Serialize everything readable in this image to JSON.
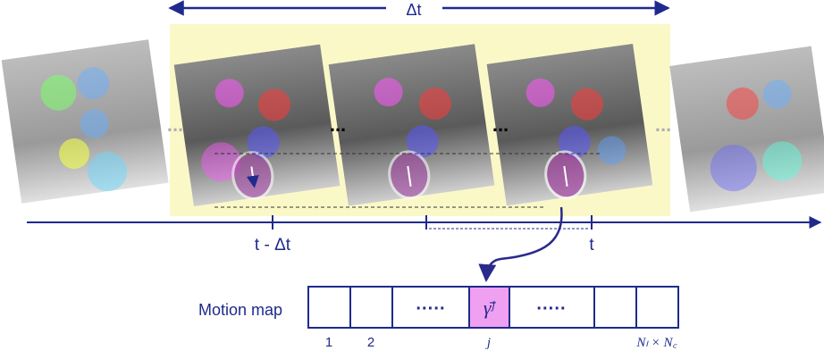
{
  "top_span_label": "Δt",
  "timeline": {
    "left_label": "t - Δt",
    "right_label": "t"
  },
  "motion_map": {
    "label": "Motion map",
    "cells": [
      "",
      "",
      "·····",
      "γ̄ʲ",
      "·····",
      "",
      ""
    ],
    "highlight_index": 3,
    "index_labels": [
      "1",
      "2",
      "j",
      "Nₗ × N꜀"
    ]
  },
  "ellipsis": "...",
  "colors": {
    "axis": "#1f2a8c",
    "window_bg": "#fbf8c8",
    "highlight_cell": "#f0a0f0",
    "arrow": "#2a2a8c"
  }
}
